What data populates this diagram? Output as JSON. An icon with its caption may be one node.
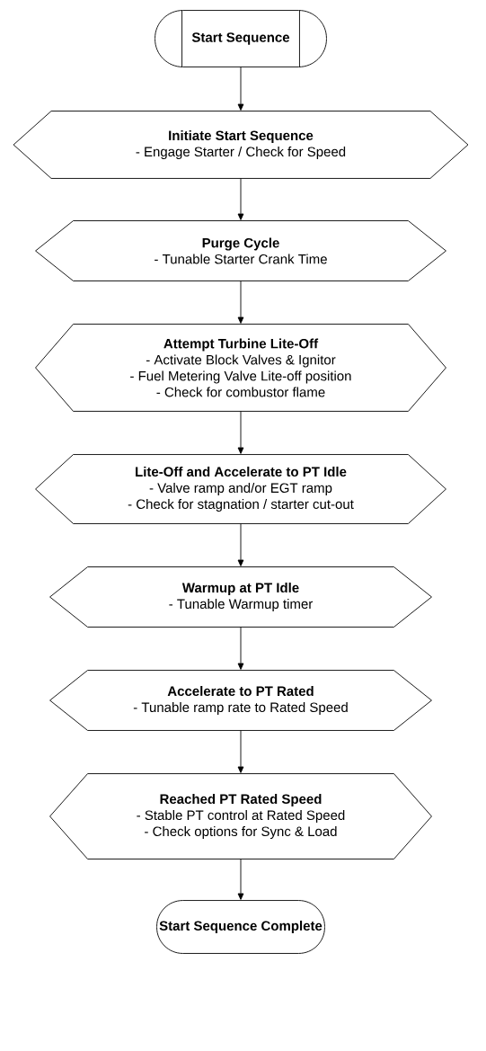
{
  "diagram": {
    "nodes": [
      {
        "text": [
          "Start Sequence"
        ]
      },
      {
        "text": [
          "Initiate Start Sequence",
          "- Engage Starter / Check for Speed"
        ]
      },
      {
        "text": [
          "Purge Cycle",
          "- Tunable Starter Crank Time"
        ]
      },
      {
        "text": [
          "Attempt Turbine Lite-Off",
          "- Activate Block Valves & Ignitor",
          "- Fuel Metering Valve Lite-off position",
          "- Check for combustor flame"
        ]
      },
      {
        "text": [
          "Lite-Off and Accelerate to PT Idle",
          "- Valve ramp and/or EGT ramp",
          "- Check for stagnation / starter cut-out"
        ]
      },
      {
        "text": [
          "Warmup at PT Idle",
          "- Tunable Warmup timer"
        ]
      },
      {
        "text": [
          "Accelerate to PT Rated",
          "- Tunable ramp rate to Rated Speed"
        ]
      },
      {
        "text": [
          "Reached PT Rated Speed",
          "- Stable PT control at Rated Speed",
          "- Check options for Sync & Load"
        ]
      },
      {
        "text": [
          "Start Sequence Complete"
        ]
      }
    ],
    "edges": [
      {
        "from": 0,
        "to": 1,
        "arrow": "to"
      },
      {
        "from": 1,
        "to": 2,
        "arrow": "to"
      },
      {
        "from": 2,
        "to": 3,
        "arrow": "to"
      },
      {
        "from": 3,
        "to": 4,
        "arrow": "to"
      },
      {
        "from": 4,
        "to": 5,
        "arrow": "to"
      },
      {
        "from": 5,
        "to": 6,
        "arrow": "to"
      },
      {
        "from": 6,
        "to": 7,
        "arrow": "to"
      },
      {
        "from": 7,
        "to": 8,
        "arrow": "to"
      }
    ]
  }
}
